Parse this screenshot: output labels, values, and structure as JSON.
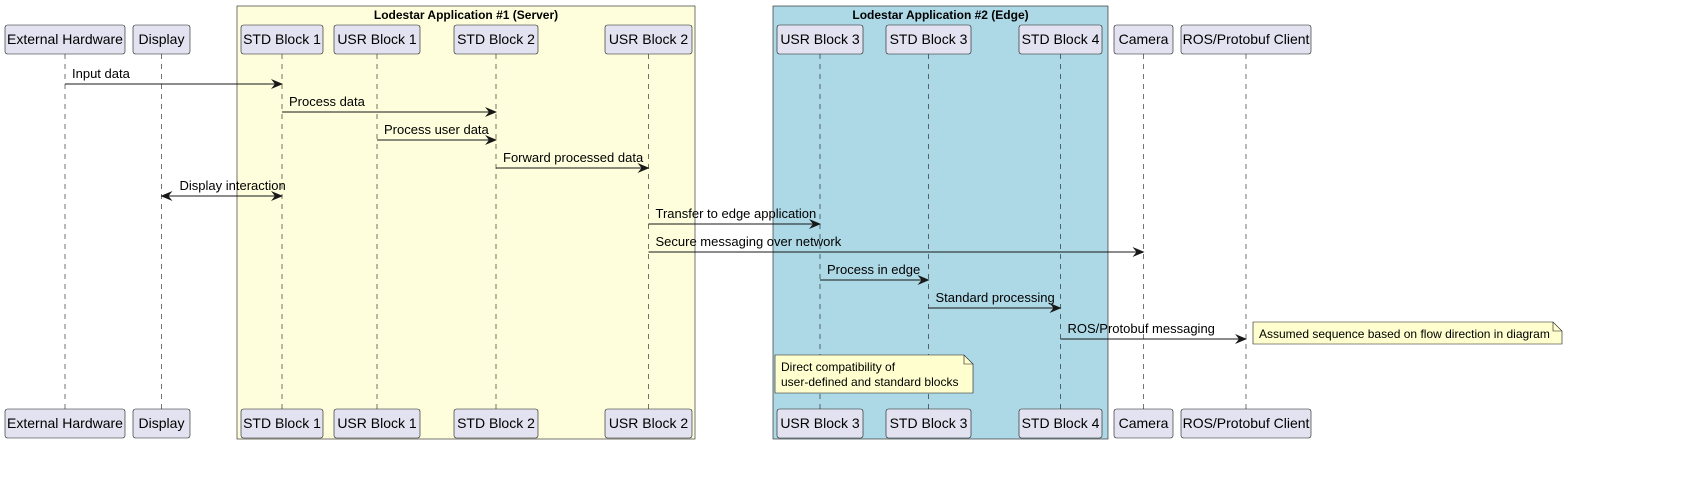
{
  "groups": [
    {
      "id": "server",
      "title": "Lodestar Application #1 (Server)",
      "color": "#fefedc"
    },
    {
      "id": "edge",
      "title": "Lodestar Application #2 (Edge)",
      "color": "#add8e6"
    }
  ],
  "participants": [
    {
      "id": "ext_hw",
      "label": "External Hardware"
    },
    {
      "id": "display",
      "label": "Display"
    },
    {
      "id": "std1",
      "label": "STD Block 1",
      "group": "server"
    },
    {
      "id": "usr1",
      "label": "USR Block 1",
      "group": "server"
    },
    {
      "id": "std2",
      "label": "STD Block 2",
      "group": "server"
    },
    {
      "id": "usr2",
      "label": "USR Block 2",
      "group": "server"
    },
    {
      "id": "usr3",
      "label": "USR Block 3",
      "group": "edge"
    },
    {
      "id": "std3",
      "label": "STD Block 3",
      "group": "edge"
    },
    {
      "id": "std4",
      "label": "STD Block 4",
      "group": "edge"
    },
    {
      "id": "camera",
      "label": "Camera"
    },
    {
      "id": "ros",
      "label": "ROS/Protobuf Client"
    }
  ],
  "messages": [
    {
      "from": "ext_hw",
      "to": "std1",
      "label": "Input data"
    },
    {
      "from": "std1",
      "to": "std2",
      "label": "Process data"
    },
    {
      "from": "usr1",
      "to": "std2",
      "label": "Process user data"
    },
    {
      "from": "std2",
      "to": "usr2",
      "label": "Forward processed data"
    },
    {
      "from": "std1",
      "to": "display",
      "label": "Display interaction",
      "bidirectional": true
    },
    {
      "from": "usr2",
      "to": "usr3",
      "label": "Transfer to edge application"
    },
    {
      "from": "usr2",
      "to": "camera",
      "label": "Secure messaging over network"
    },
    {
      "from": "usr3",
      "to": "std3",
      "label": "Process in edge"
    },
    {
      "from": "std3",
      "to": "std4",
      "label": "Standard processing"
    },
    {
      "from": "std4",
      "to": "ros",
      "label": "ROS/Protobuf messaging"
    }
  ],
  "notes": [
    {
      "id": "note-assumed",
      "lines": [
        "Assumed sequence based on flow direction in diagram"
      ]
    },
    {
      "id": "note-compat",
      "lines": [
        "Direct compatibility of",
        "user-defined and standard blocks"
      ]
    }
  ],
  "colors": {
    "participant_fill": "#e2e2f0",
    "participant_stroke": "#181818",
    "note_fill": "#fefece",
    "line": "#181818",
    "lifeline": "#181818"
  }
}
